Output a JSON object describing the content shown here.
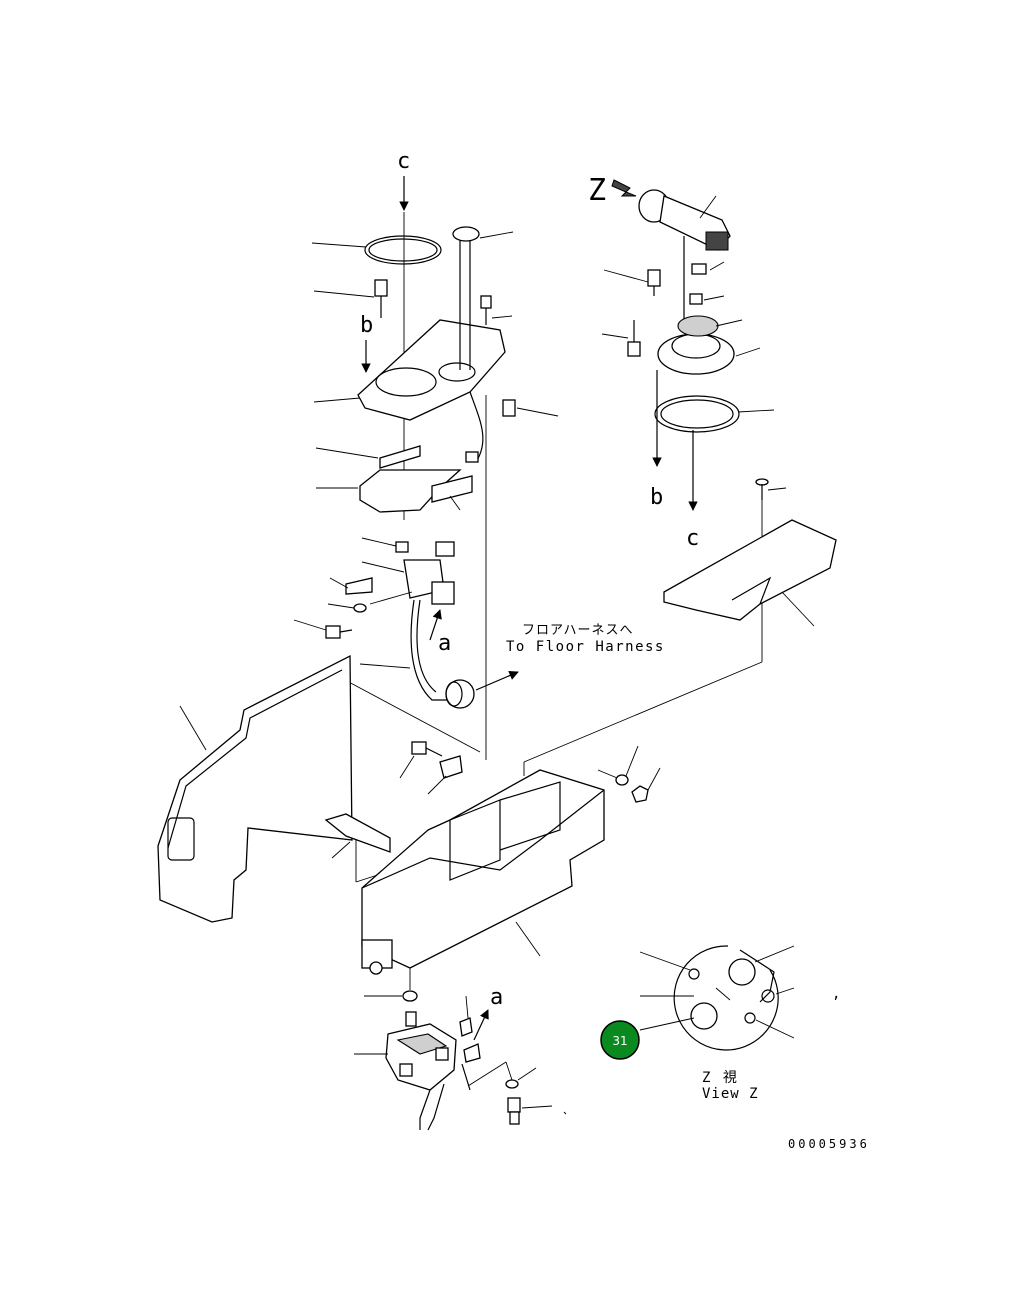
{
  "labels": {
    "c_top": "c",
    "c_right": "c",
    "b_left": "b",
    "b_right": "b",
    "a_mid": "a",
    "a_bottom": "a",
    "z_view": "Z",
    "harness_jp": "フロアハーネスへ",
    "harness_en": "To Floor Harness",
    "view_jp": "Z 視",
    "view_en": "View Z",
    "drawing_no": "00005936",
    "stray_mark": ","
  },
  "callout": {
    "number": "31",
    "color": "#0a8a1e"
  }
}
